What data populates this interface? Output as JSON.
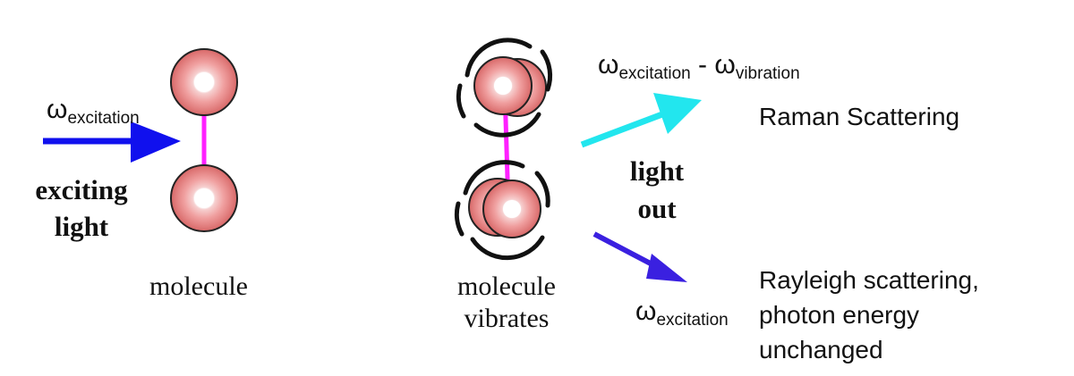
{
  "left_panel": {
    "input_omega_symbol": "ω",
    "input_omega_subscript": "excitation",
    "exciting_light_line1": "exciting",
    "exciting_light_line2": "light",
    "molecule_label": "molecule"
  },
  "right_panel": {
    "vibrates_label_line1": "molecule",
    "vibrates_label_line2": "vibrates",
    "light_out_line1": "light",
    "light_out_line2": "out",
    "raman_omega1_symbol": "ω",
    "raman_omega1_subscript": "excitation",
    "raman_minus": " - ",
    "raman_omega2_symbol": "ω",
    "raman_omega2_subscript": "vibration",
    "raman_label": "Raman Scattering",
    "rayleigh_omega_symbol": "ω",
    "rayleigh_omega_subscript": "excitation",
    "rayleigh_line1": "Rayleigh scattering,",
    "rayleigh_line2": "photon energy",
    "rayleigh_line3": "unchanged"
  },
  "colors": {
    "exciting_arrow": "#1010ee",
    "raman_arrow": "#22e6ee",
    "rayleigh_arrow": "#3a20e0",
    "bond": "#ff20ff",
    "atom_outer": "#e07878",
    "atom_mid": "#f2a8a8",
    "atom_inner": "#f8d8d8",
    "atom_core": "#ffffff",
    "vibration_marks": "#111111"
  }
}
